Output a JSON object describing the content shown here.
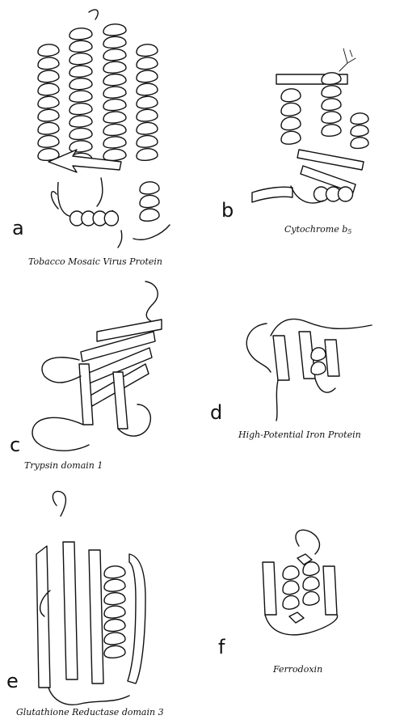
{
  "panels": [
    {
      "letter": "a",
      "caption": "Tobacco Mosaic Virus Protein"
    },
    {
      "letter": "b",
      "caption": "Cytochrome b",
      "caption_sub": "5"
    },
    {
      "letter": "c",
      "caption": "Trypsin domain 1"
    },
    {
      "letter": "d",
      "caption": "High-Potential Iron Protein"
    },
    {
      "letter": "e",
      "caption": "Glutathione Reductase domain 3"
    },
    {
      "letter": "f",
      "caption": "Ferrodoxin"
    }
  ]
}
